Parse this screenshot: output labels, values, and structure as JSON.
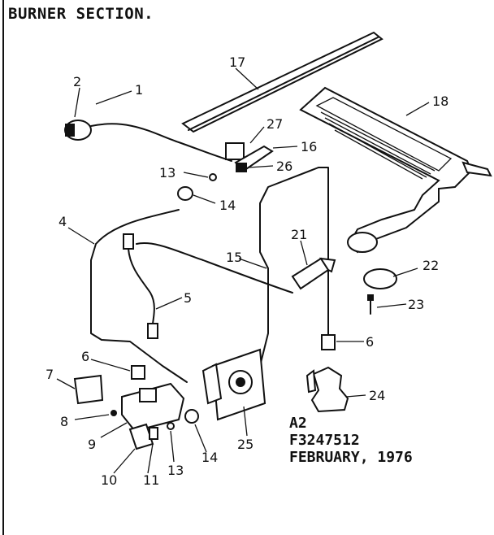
{
  "title": "BURNER SECTION.",
  "stamp": {
    "line1": "A2",
    "line2": "F3247512",
    "line3": "FEBRUARY, 1976"
  },
  "callouts": [
    "1",
    "2",
    "4",
    "5",
    "6",
    "6",
    "7",
    "8",
    "9",
    "10",
    "11",
    "13",
    "13",
    "14",
    "14",
    "15",
    "16",
    "17",
    "18",
    "21",
    "22",
    "23",
    "24",
    "25",
    "26",
    "27"
  ]
}
